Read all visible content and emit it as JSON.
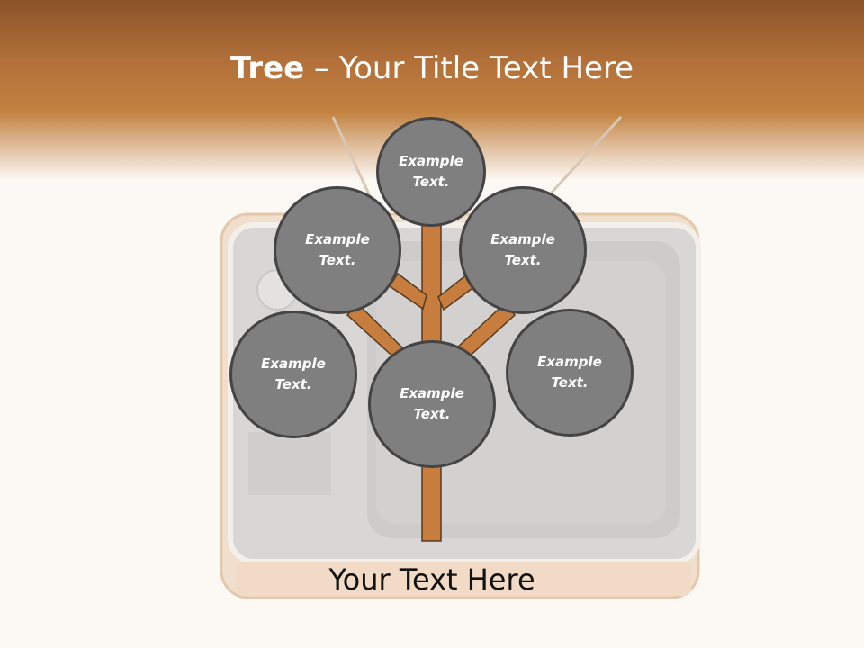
{
  "title": {
    "strong": "Tree",
    "rest": " – Your Title Text Here"
  },
  "nodes": {
    "top": {
      "line1": "Example",
      "line2": "Text."
    },
    "upper_left": {
      "line1": "Example",
      "line2": "Text."
    },
    "upper_right": {
      "line1": "Example",
      "line2": "Text."
    },
    "middle_left": {
      "line1": "Example",
      "line2": "Text."
    },
    "middle_right": {
      "line1": "Example",
      "line2": "Text."
    },
    "center": {
      "line1": "Example",
      "line2": "Text."
    }
  },
  "caption": "Your Text Here",
  "colors": {
    "header": "#b3713a",
    "trunk": "#c67d3e",
    "trunk_outline": "#5a3a1c",
    "node_fill": "#7f7f7f",
    "node_border": "#444444"
  }
}
